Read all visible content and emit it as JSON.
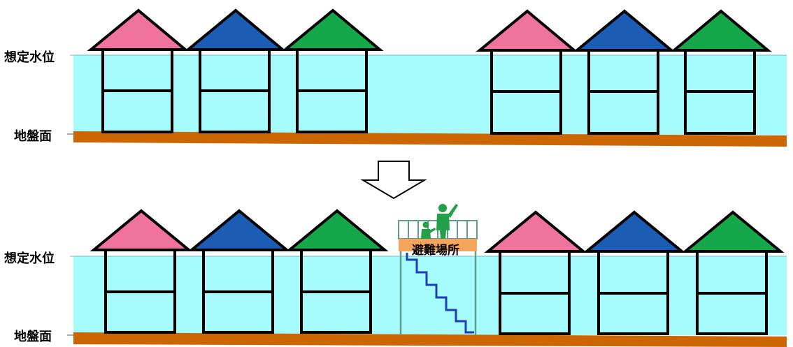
{
  "labels": {
    "water_level": "想定水位",
    "ground_level": "地盤面",
    "shelter": "避難場所"
  },
  "colors": {
    "water": "#A6FBFC",
    "ground": "#CC6600",
    "roof_pink": "#F0739E",
    "roof_blue": "#1B5CB5",
    "roof_green": "#14A84A",
    "shelter_deck": "#F5A45C",
    "shelter_frame": "#5E9E8E",
    "person": "#22A04A",
    "stairs": "#1F3FB5",
    "outline": "#000000"
  },
  "top_scene": {
    "houses": [
      {
        "roof": "pink"
      },
      {
        "roof": "blue"
      },
      {
        "roof": "green"
      },
      {
        "roof": "pink"
      },
      {
        "roof": "blue"
      },
      {
        "roof": "green"
      }
    ]
  },
  "bottom_scene": {
    "houses": [
      {
        "roof": "pink"
      },
      {
        "roof": "blue"
      },
      {
        "roof": "green"
      },
      {
        "roof": "pink"
      },
      {
        "roof": "blue"
      },
      {
        "roof": "green"
      }
    ],
    "shelter_people": 2
  },
  "arrow": {
    "direction": "down"
  }
}
